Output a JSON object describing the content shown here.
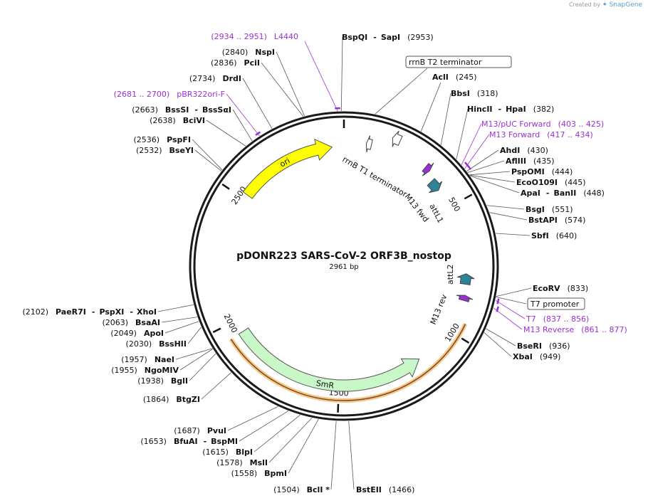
{
  "credit": {
    "prefix": "Created by",
    "brand": "SnapGene"
  },
  "plasmid": {
    "name": "pDONR223 SARS-CoV-2 ORF3B_nostop",
    "size_label": "2961 bp",
    "length": 2961
  },
  "ticks": [
    {
      "pos": 0,
      "label": ""
    },
    {
      "pos": 500,
      "label": "500"
    },
    {
      "pos": 1000,
      "label": "1000"
    },
    {
      "pos": 1500,
      "label": "1500"
    },
    {
      "pos": 2000,
      "label": "2000"
    },
    {
      "pos": 2500,
      "label": "2500"
    }
  ],
  "features": [
    {
      "name": "ori",
      "label": "ori",
      "start": 2520,
      "end": 2914,
      "color": "#ffff00"
    },
    {
      "name": "SmR",
      "label": "SmR",
      "start": 1160,
      "end": 1950,
      "color": "#c8f7c8"
    }
  ],
  "small_features": [
    {
      "name": "rrnB T1 terminator",
      "label": "rrnB T1 terminator",
      "pos": 185,
      "color": "#ffffff"
    },
    {
      "name": "rrnB T2 terminator",
      "label": "rrnB T2 terminator",
      "pos": 95,
      "color": "#ffffff"
    },
    {
      "name": "attL1",
      "label": "attL1",
      "pos": 400,
      "color": "#2f8398"
    },
    {
      "name": "M13 fwd",
      "label": "M13 fwd",
      "pos": 335,
      "color": "#9b2fd6"
    },
    {
      "name": "attL2",
      "label": "attL2",
      "pos": 790,
      "color": "#2f8398"
    },
    {
      "name": "M13 rev",
      "label": "M13 rev",
      "pos": 862,
      "color": "#9b2fd6"
    }
  ],
  "sites": [
    {
      "name": "BspQI",
      "label": "BspQI",
      "second": "SapI",
      "pos_label": "(2953)",
      "side": "right"
    },
    {
      "name": "AclI",
      "label": "AclI",
      "pos_label": "(245)",
      "side": "right"
    },
    {
      "name": "BbsI",
      "label": "BbsI",
      "pos_label": "(318)",
      "side": "right"
    },
    {
      "name": "HincII",
      "label": "HincII",
      "second": "HpaI",
      "pos_label": "(382)",
      "side": "right"
    },
    {
      "name": "AhdI",
      "label": "AhdI",
      "pos_label": "(430)",
      "side": "right"
    },
    {
      "name": "AflIII",
      "label": "AflIII",
      "pos_label": "(435)",
      "side": "right"
    },
    {
      "name": "PspOMI",
      "label": "PspOMI",
      "pos_label": "(444)",
      "side": "right"
    },
    {
      "name": "EcoO109I",
      "label": "EcoO109I",
      "pos_label": "(445)",
      "side": "right"
    },
    {
      "name": "ApaI",
      "label": "ApaI",
      "second": "BanII",
      "pos_label": "(448)",
      "side": "right"
    },
    {
      "name": "BsgI",
      "label": "BsgI",
      "pos_label": "(551)",
      "side": "right"
    },
    {
      "name": "BstAPI",
      "label": "BstAPI",
      "pos_label": "(574)",
      "side": "right"
    },
    {
      "name": "SbfI",
      "label": "SbfI",
      "pos_label": "(640)",
      "side": "right"
    },
    {
      "name": "EcoRV",
      "label": "EcoRV",
      "pos_label": "(833)",
      "side": "right"
    },
    {
      "name": "BseRI",
      "label": "BseRI",
      "pos_label": "(936)",
      "side": "right"
    },
    {
      "name": "XbaI",
      "label": "XbaI",
      "pos_label": "(949)",
      "side": "right"
    },
    {
      "name": "BstEII",
      "label": "BstEII",
      "pos_label": "(1466)",
      "side": "right"
    },
    {
      "name": "BclI",
      "label": "BclI *",
      "pos_label": "(1504)",
      "side": "left"
    },
    {
      "name": "BpmI",
      "label": "BpmI",
      "pos_label": "(1558)",
      "side": "left"
    },
    {
      "name": "MslI",
      "label": "MslI",
      "pos_label": "(1578)",
      "side": "left"
    },
    {
      "name": "BlpI",
      "label": "BlpI",
      "pos_label": "(1615)",
      "side": "left"
    },
    {
      "name": "BfuAI",
      "label": "BfuAI",
      "second": "BspMI",
      "pos_label": "(1653)",
      "side": "left"
    },
    {
      "name": "PvuI",
      "label": "PvuI",
      "pos_label": "(1687)",
      "side": "left"
    },
    {
      "name": "BtgZI",
      "label": "BtgZI",
      "pos_label": "(1864)",
      "side": "left"
    },
    {
      "name": "BglI",
      "label": "BglI",
      "pos_label": "(1938)",
      "side": "left"
    },
    {
      "name": "NgoMIV",
      "label": "NgoMIV",
      "pos_label": "(1955)",
      "side": "left"
    },
    {
      "name": "NaeI",
      "label": "NaeI",
      "pos_label": "(1957)",
      "side": "left"
    },
    {
      "name": "BssHII",
      "label": "BssHII",
      "pos_label": "(2030)",
      "side": "left"
    },
    {
      "name": "ApoI",
      "label": "ApoI",
      "pos_label": "(2049)",
      "side": "left"
    },
    {
      "name": "BsaAI",
      "label": "BsaAI",
      "pos_label": "(2063)",
      "side": "left"
    },
    {
      "name": "PaeR7I",
      "label": "PaeR7I",
      "second": "PspXI",
      "third": "XhoI",
      "pos_label": "(2102)",
      "side": "left"
    },
    {
      "name": "BseYI",
      "label": "BseYI",
      "pos_label": "(2532)",
      "side": "left"
    },
    {
      "name": "PspFI",
      "label": "PspFI",
      "pos_label": "(2536)",
      "side": "left"
    },
    {
      "name": "BciVI",
      "label": "BciVI",
      "pos_label": "(2638)",
      "side": "left"
    },
    {
      "name": "BssSI",
      "label": "BssSI",
      "second": "BssSαI",
      "pos_label": "(2663)",
      "side": "left"
    },
    {
      "name": "DrdI",
      "label": "DrdI",
      "pos_label": "(2734)",
      "side": "left"
    },
    {
      "name": "PciI",
      "label": "PciI",
      "pos_label": "(2836)",
      "side": "left"
    },
    {
      "name": "NspI",
      "label": "NspI",
      "pos_label": "(2840)",
      "side": "left"
    }
  ],
  "primers": [
    {
      "name": "M13/pUC Forward",
      "label": "M13/pUC Forward",
      "range": "(403 .. 425)",
      "side": "right"
    },
    {
      "name": "M13 Forward",
      "label": "M13 Forward",
      "range": "(417 .. 434)",
      "side": "right"
    },
    {
      "name": "T7",
      "label": "T7",
      "range": "(837 .. 856)",
      "side": "right"
    },
    {
      "name": "M13 Reverse",
      "label": "M13 Reverse",
      "range": "(861 .. 877)",
      "side": "right"
    },
    {
      "name": "pBR322ori-F",
      "label": "pBR322ori-F",
      "range": "(2681 .. 2700)",
      "side": "left"
    },
    {
      "name": "L4440",
      "label": "L4440",
      "range": "(2934 .. 2951)",
      "side": "left"
    }
  ],
  "boxed_labels": [
    {
      "name": "rrnB T2 terminator",
      "label": "rrnB T2 terminator"
    },
    {
      "name": "T7 promoter",
      "label": "T7 promoter"
    }
  ],
  "colors": {
    "primer": "#9b2fd6",
    "backbone": "#1a1a1a",
    "orf_highlight": "#f5c68a"
  }
}
